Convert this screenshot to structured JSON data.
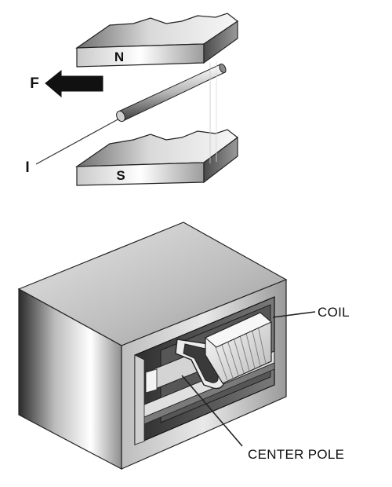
{
  "labels": {
    "north": "N",
    "south": "S",
    "force": "F",
    "current": "I",
    "coil": "COIL",
    "center_pole": "CENTER POLE"
  },
  "icons": {
    "force_arrow": "arrow-left-icon"
  },
  "colors": {
    "ink": "#111111",
    "metal_light": "#f2f2f2",
    "metal_mid": "#a8a8a8",
    "metal_dark": "#3a3a3a",
    "background": "#ffffff"
  }
}
